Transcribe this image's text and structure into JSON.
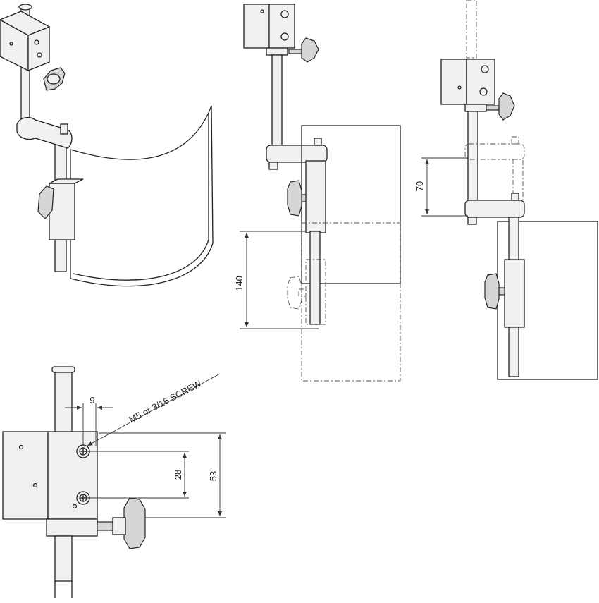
{
  "dimensions": {
    "d140": "140",
    "d70": "70",
    "d9": "9",
    "d28": "28",
    "d53": "53"
  },
  "annotation": {
    "screw": "M5 or 3/16 SCREW"
  }
}
